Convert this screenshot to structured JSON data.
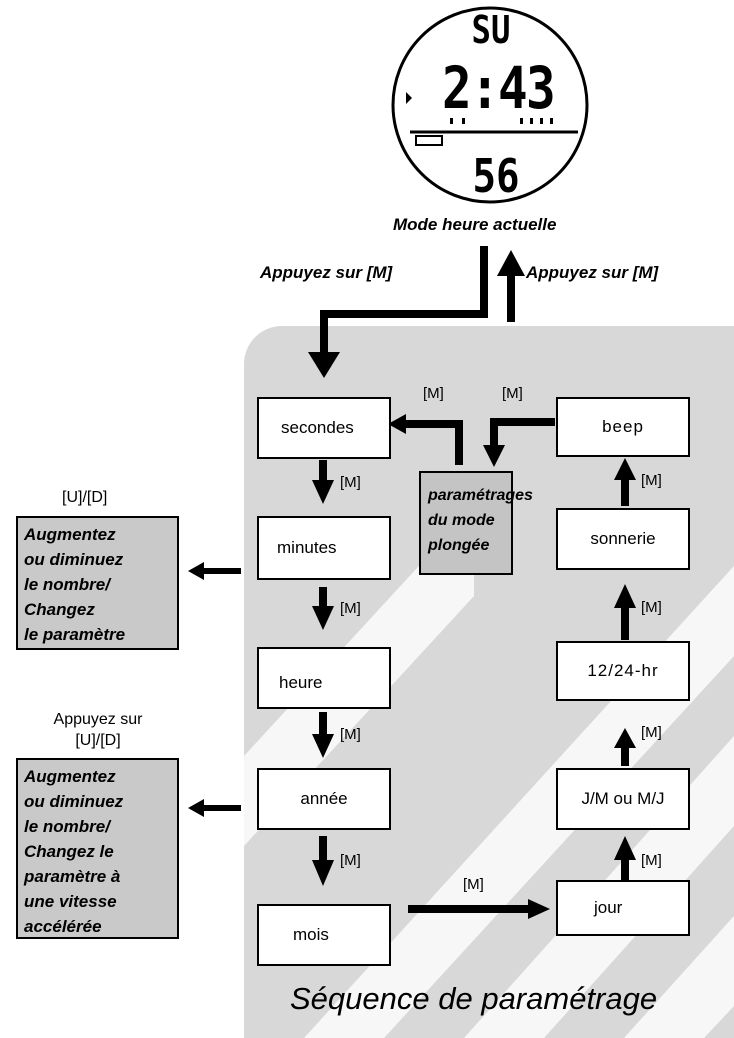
{
  "watch": {
    "day": "SU",
    "time": "2:43",
    "seconds": "56",
    "mode_caption": "Mode heure actuelle"
  },
  "press_labels": {
    "left": "Appuyez sur [M]",
    "right": "Appuyez sur [M]"
  },
  "m_key": "[M]",
  "left_column": {
    "seconds": "secondes",
    "minutes": "minutes",
    "hour": "heure",
    "year": "année",
    "month": "mois"
  },
  "right_column": {
    "beep": "beep",
    "alarm": "sonnerie",
    "hour_format": "12/24-hr",
    "date_format": "J/M ou M/J",
    "day": "jour"
  },
  "dive_settings": [
    "paramétrages",
    "du mode",
    "plongée"
  ],
  "info1": {
    "key": "[U]/[D]",
    "lines": [
      "Augmentez",
      "ou diminuez",
      "le nombre/",
      "Changez",
      "le paramètre"
    ]
  },
  "info2": {
    "key_lines": [
      "Appuyez sur",
      "[U]/[D]"
    ],
    "lines": [
      "Augmentez",
      "ou diminuez",
      "le nombre/",
      "Changez le",
      "paramètre à",
      "une vitesse",
      "accélérée"
    ]
  },
  "sequence_title": "Séquence de paramétrage"
}
